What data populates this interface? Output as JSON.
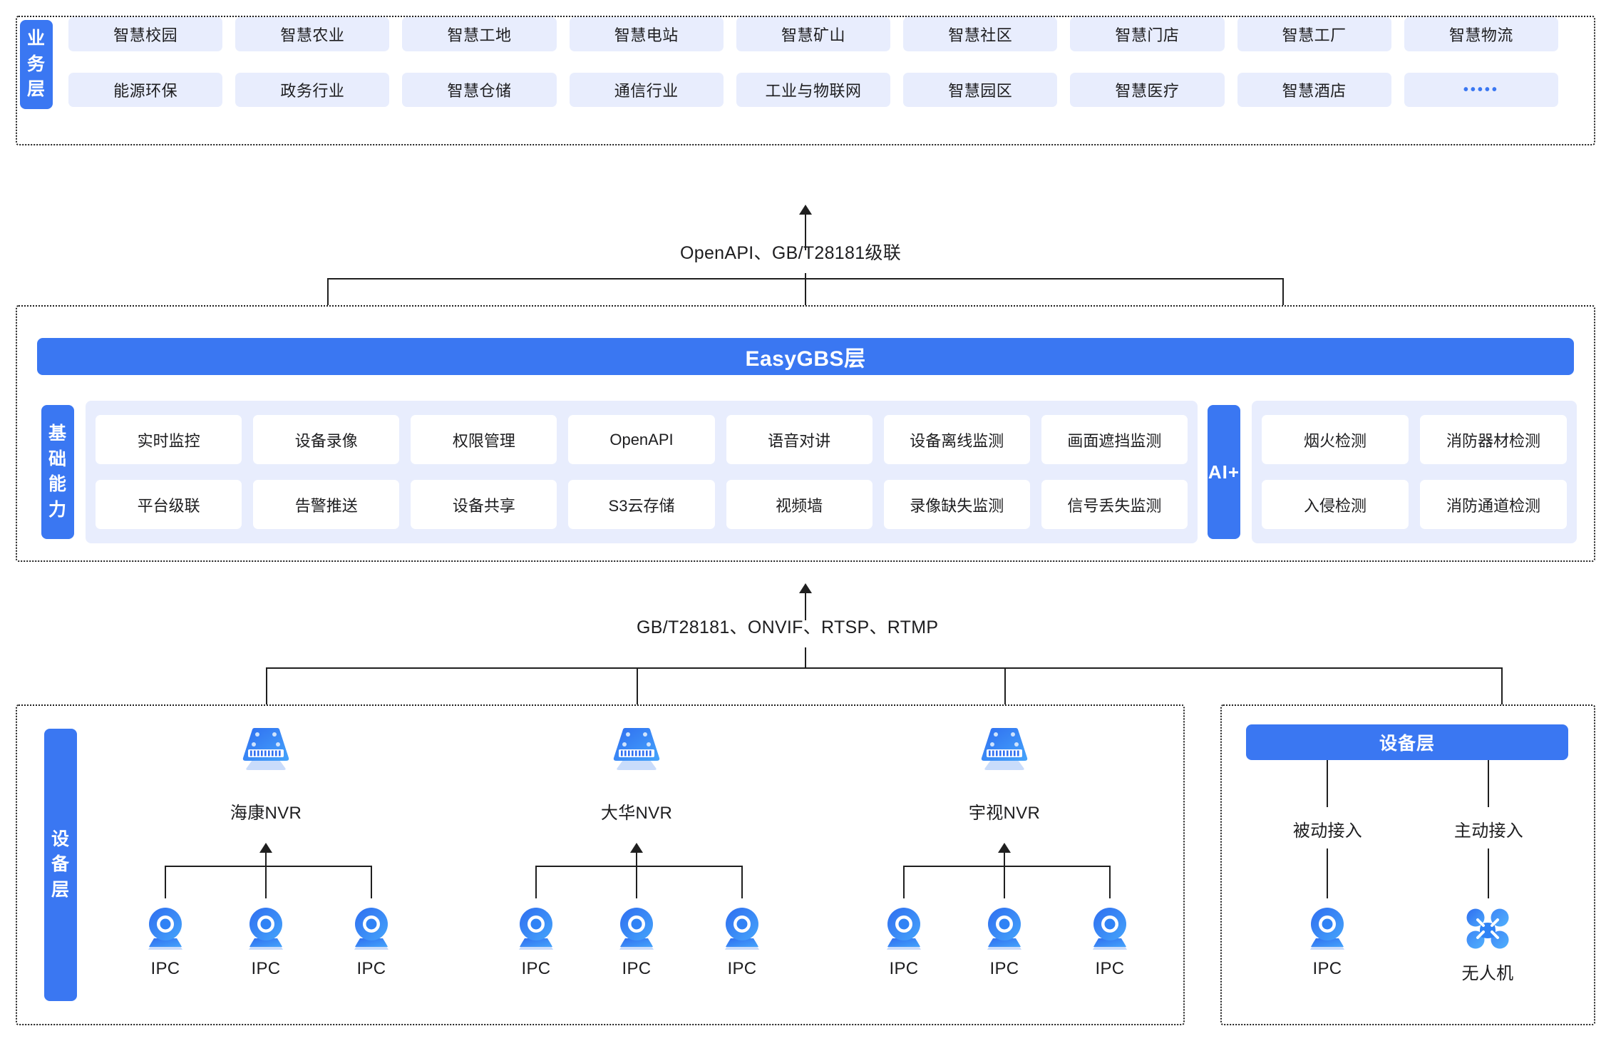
{
  "business_layer": {
    "side_label": "业务层",
    "chips": [
      "智慧校园",
      "智慧农业",
      "智慧工地",
      "智慧电站",
      "智慧矿山",
      "智慧社区",
      "智慧门店",
      "智慧工厂",
      "智慧物流",
      "能源环保",
      "政务行业",
      "智慧仓储",
      "通信行业",
      "工业与物联网",
      "智慧园区",
      "智慧医疗",
      "智慧酒店",
      "•••••"
    ]
  },
  "connector_top": {
    "label": "OpenAPI、GB/T28181级联"
  },
  "gbs_layer": {
    "title": "EasyGBS层",
    "side_label": "基础能力",
    "abilities": [
      "实时监控",
      "设备录像",
      "权限管理",
      "OpenAPI",
      "语音对讲",
      "设备离线监测",
      "画面遮挡监测",
      "平台级联",
      "告警推送",
      "设备共享",
      "S3云存储",
      "视频墙",
      "录像缺失监测",
      "信号丢失监测"
    ],
    "ai_label": "AI+",
    "ai_items": [
      "烟火检测",
      "消防器材检测",
      "入侵检测",
      "消防通道检测"
    ]
  },
  "connector_bottom": {
    "label": "GB/T28181、ONVIF、RTSP、RTMP"
  },
  "device_layer_left": {
    "side_label": "设备层",
    "groups": [
      {
        "nvr_label": "海康NVR",
        "nvr_icon": "nvr-icon",
        "cameras": [
          {
            "label": "IPC",
            "icon": "ipc-camera-icon"
          },
          {
            "label": "IPC",
            "icon": "ipc-camera-icon"
          },
          {
            "label": "IPC",
            "icon": "ipc-camera-icon"
          }
        ]
      },
      {
        "nvr_label": "大华NVR",
        "nvr_icon": "nvr-icon",
        "cameras": [
          {
            "label": "IPC",
            "icon": "ipc-camera-icon"
          },
          {
            "label": "IPC",
            "icon": "ipc-camera-icon"
          },
          {
            "label": "IPC",
            "icon": "ipc-camera-icon"
          }
        ]
      },
      {
        "nvr_label": "宇视NVR",
        "nvr_icon": "nvr-icon",
        "cameras": [
          {
            "label": "IPC",
            "icon": "ipc-camera-icon"
          },
          {
            "label": "IPC",
            "icon": "ipc-camera-icon"
          },
          {
            "label": "IPC",
            "icon": "ipc-camera-icon"
          }
        ]
      }
    ]
  },
  "device_layer_right": {
    "title": "设备层",
    "branches": [
      {
        "mode": "被动接入",
        "node_label": "IPC",
        "icon": "ipc-camera-icon"
      },
      {
        "mode": "主动接入",
        "node_label": "无人机",
        "icon": "drone-icon"
      }
    ]
  },
  "colors": {
    "accent": "#3a77f2",
    "chip_bg": "#e8edfd",
    "white": "#ffffff",
    "line": "#1f1f1f",
    "text": "#1d1d1f"
  }
}
